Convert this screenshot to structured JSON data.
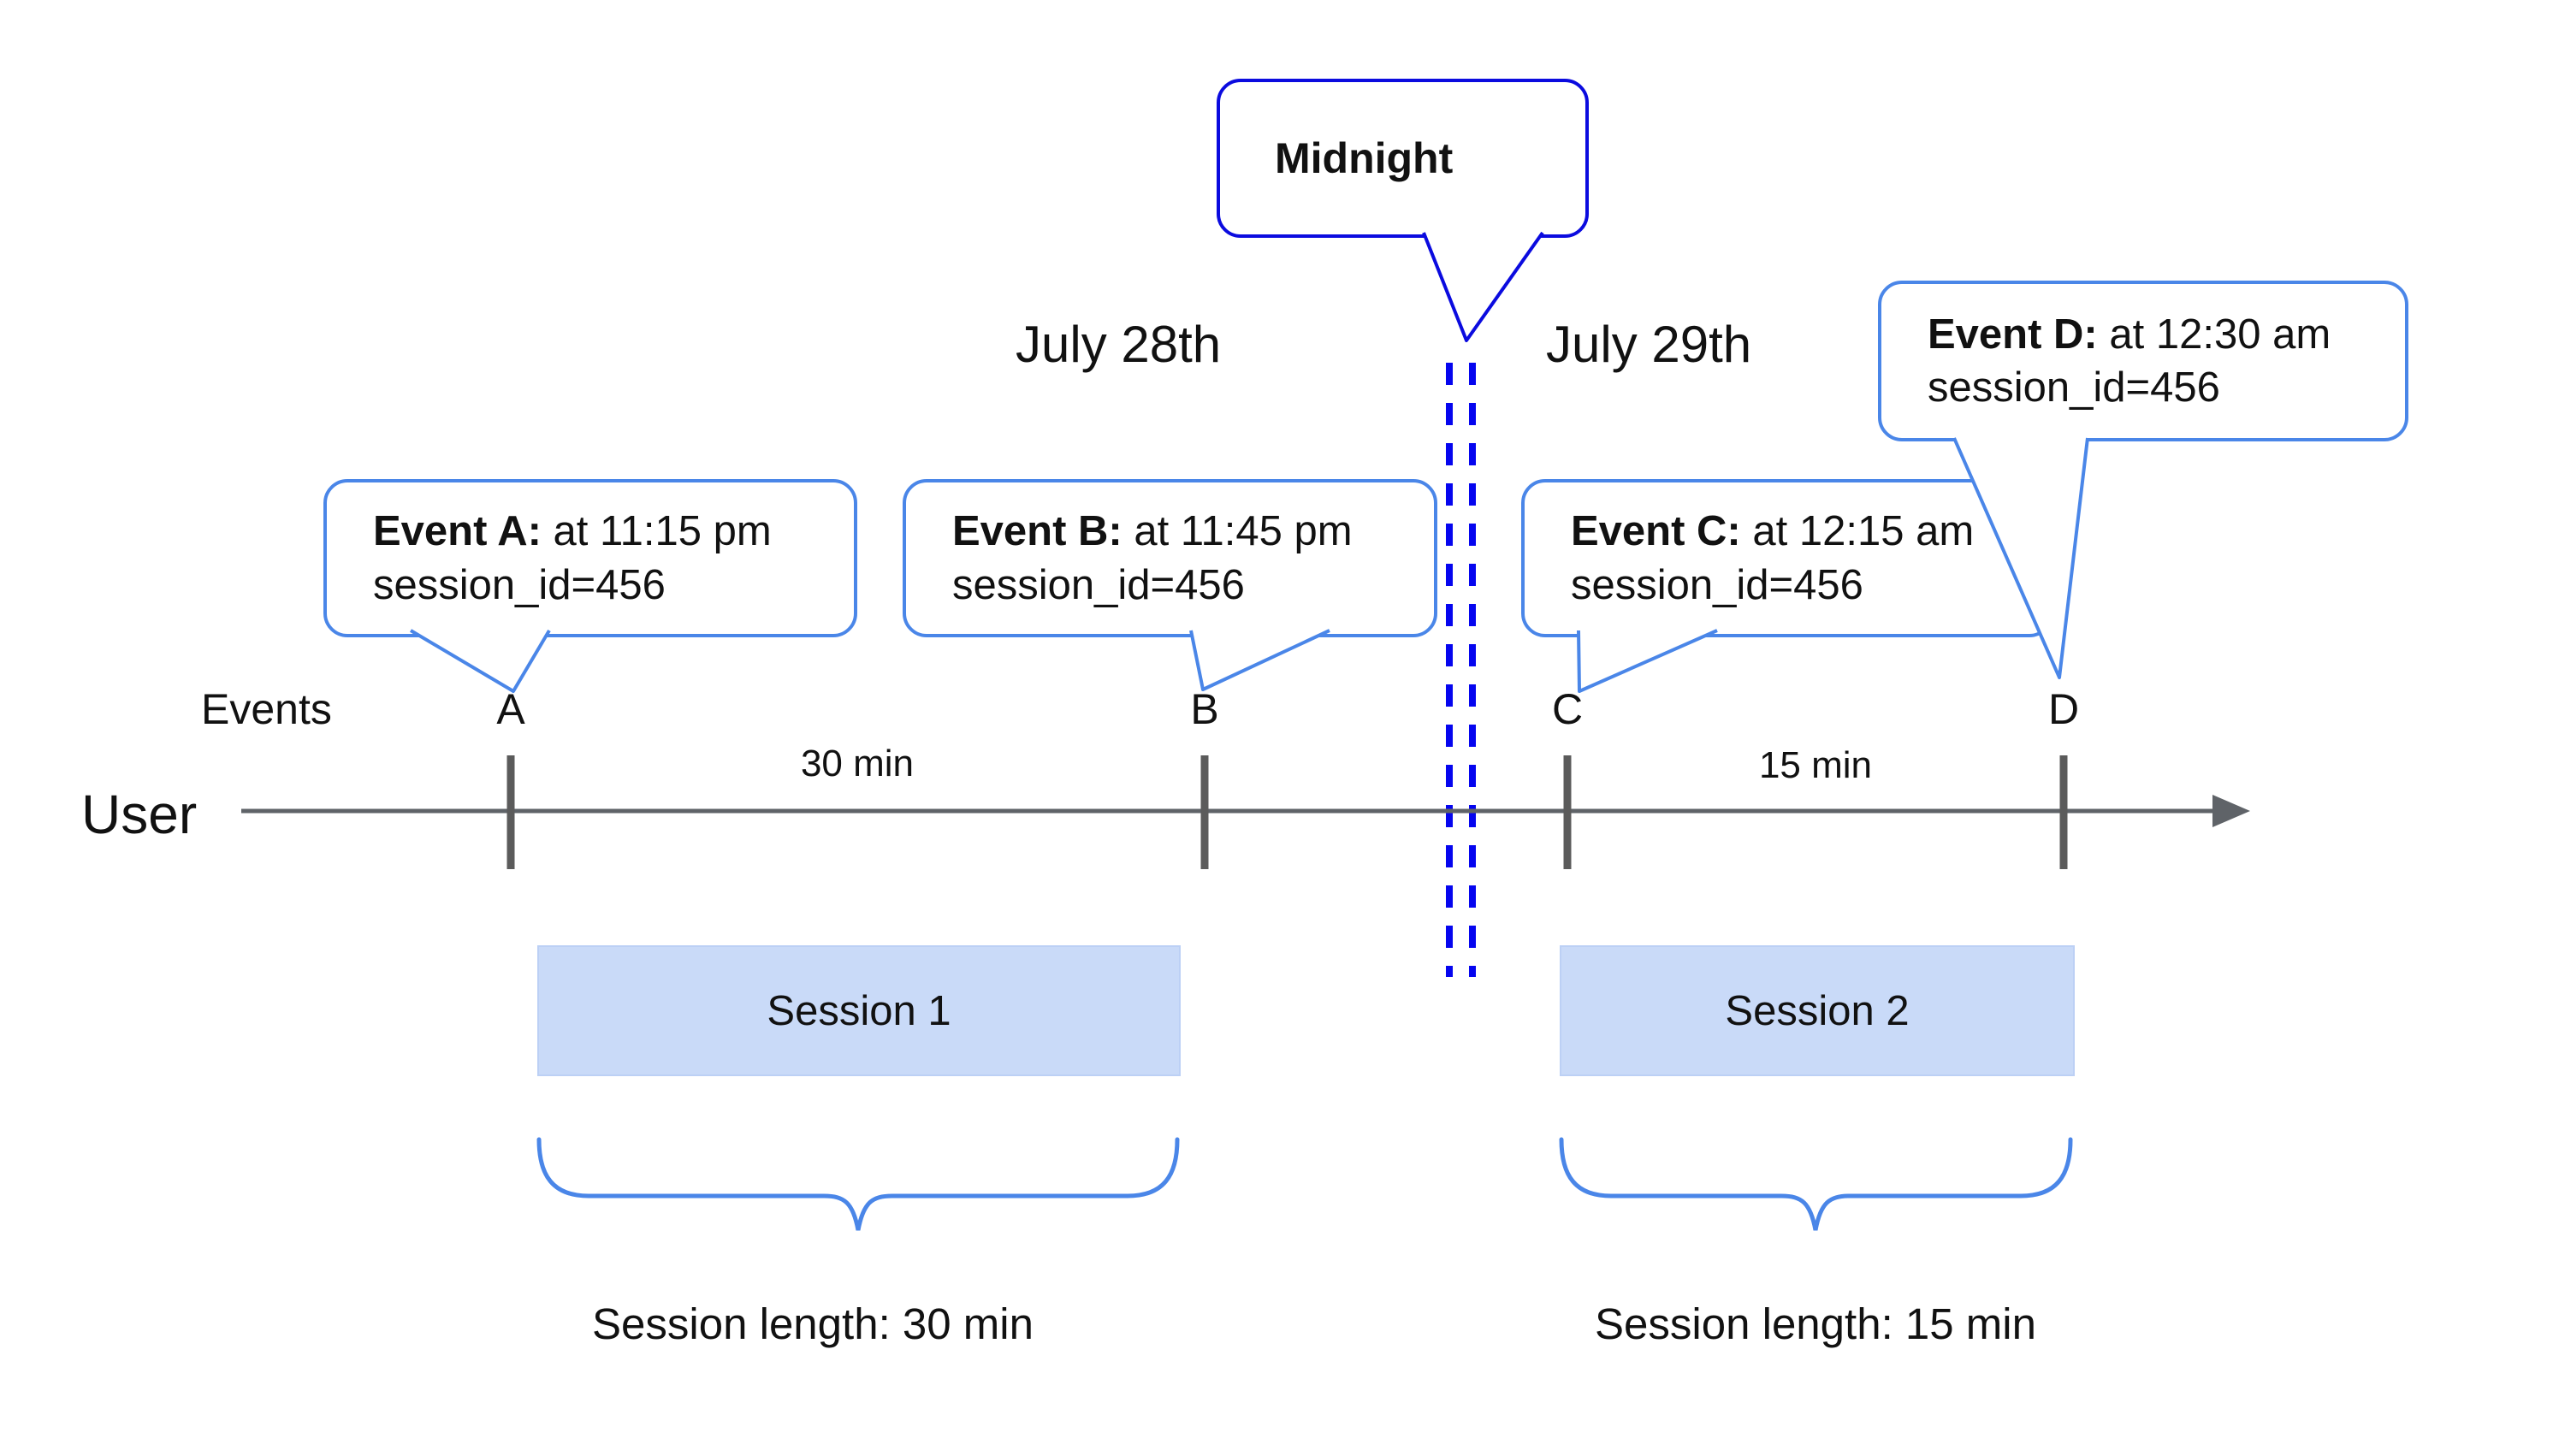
{
  "midnight": {
    "label": "Midnight"
  },
  "dates": {
    "before": "July 28th",
    "after": "July 29th"
  },
  "callouts": [
    {
      "bold": "Event A:",
      "rest": " at 11:15 pm",
      "line2": "session_id=456"
    },
    {
      "bold": "Event B:",
      "rest": " at 11:45 pm",
      "line2": "session_id=456"
    },
    {
      "bold": "Event C:",
      "rest": " at 12:15 am",
      "line2": "session_id=456"
    },
    {
      "bold": "Event D:",
      "rest": " at 12:30 am",
      "line2": "session_id=456"
    }
  ],
  "axis": {
    "row_label": "Events",
    "user_label": "User",
    "ticks": [
      "A",
      "B",
      "C",
      "D"
    ],
    "intervals": [
      "30 min",
      "15 min"
    ]
  },
  "sessions": [
    {
      "name": "Session 1",
      "length": "Session length: 30 min"
    },
    {
      "name": "Session 2",
      "length": "Session length: 15 min"
    }
  ],
  "colors": {
    "callout_border_blue": "#4a86e8",
    "midnight_border_blue": "#0b0bdf",
    "dashed_line_blue": "#0505ef",
    "brace_blue": "#4a86e8",
    "session_fill": "#c9daf8",
    "axis_gray": "#5f6368",
    "text_black": "#111111",
    "background": "#ffffff"
  }
}
